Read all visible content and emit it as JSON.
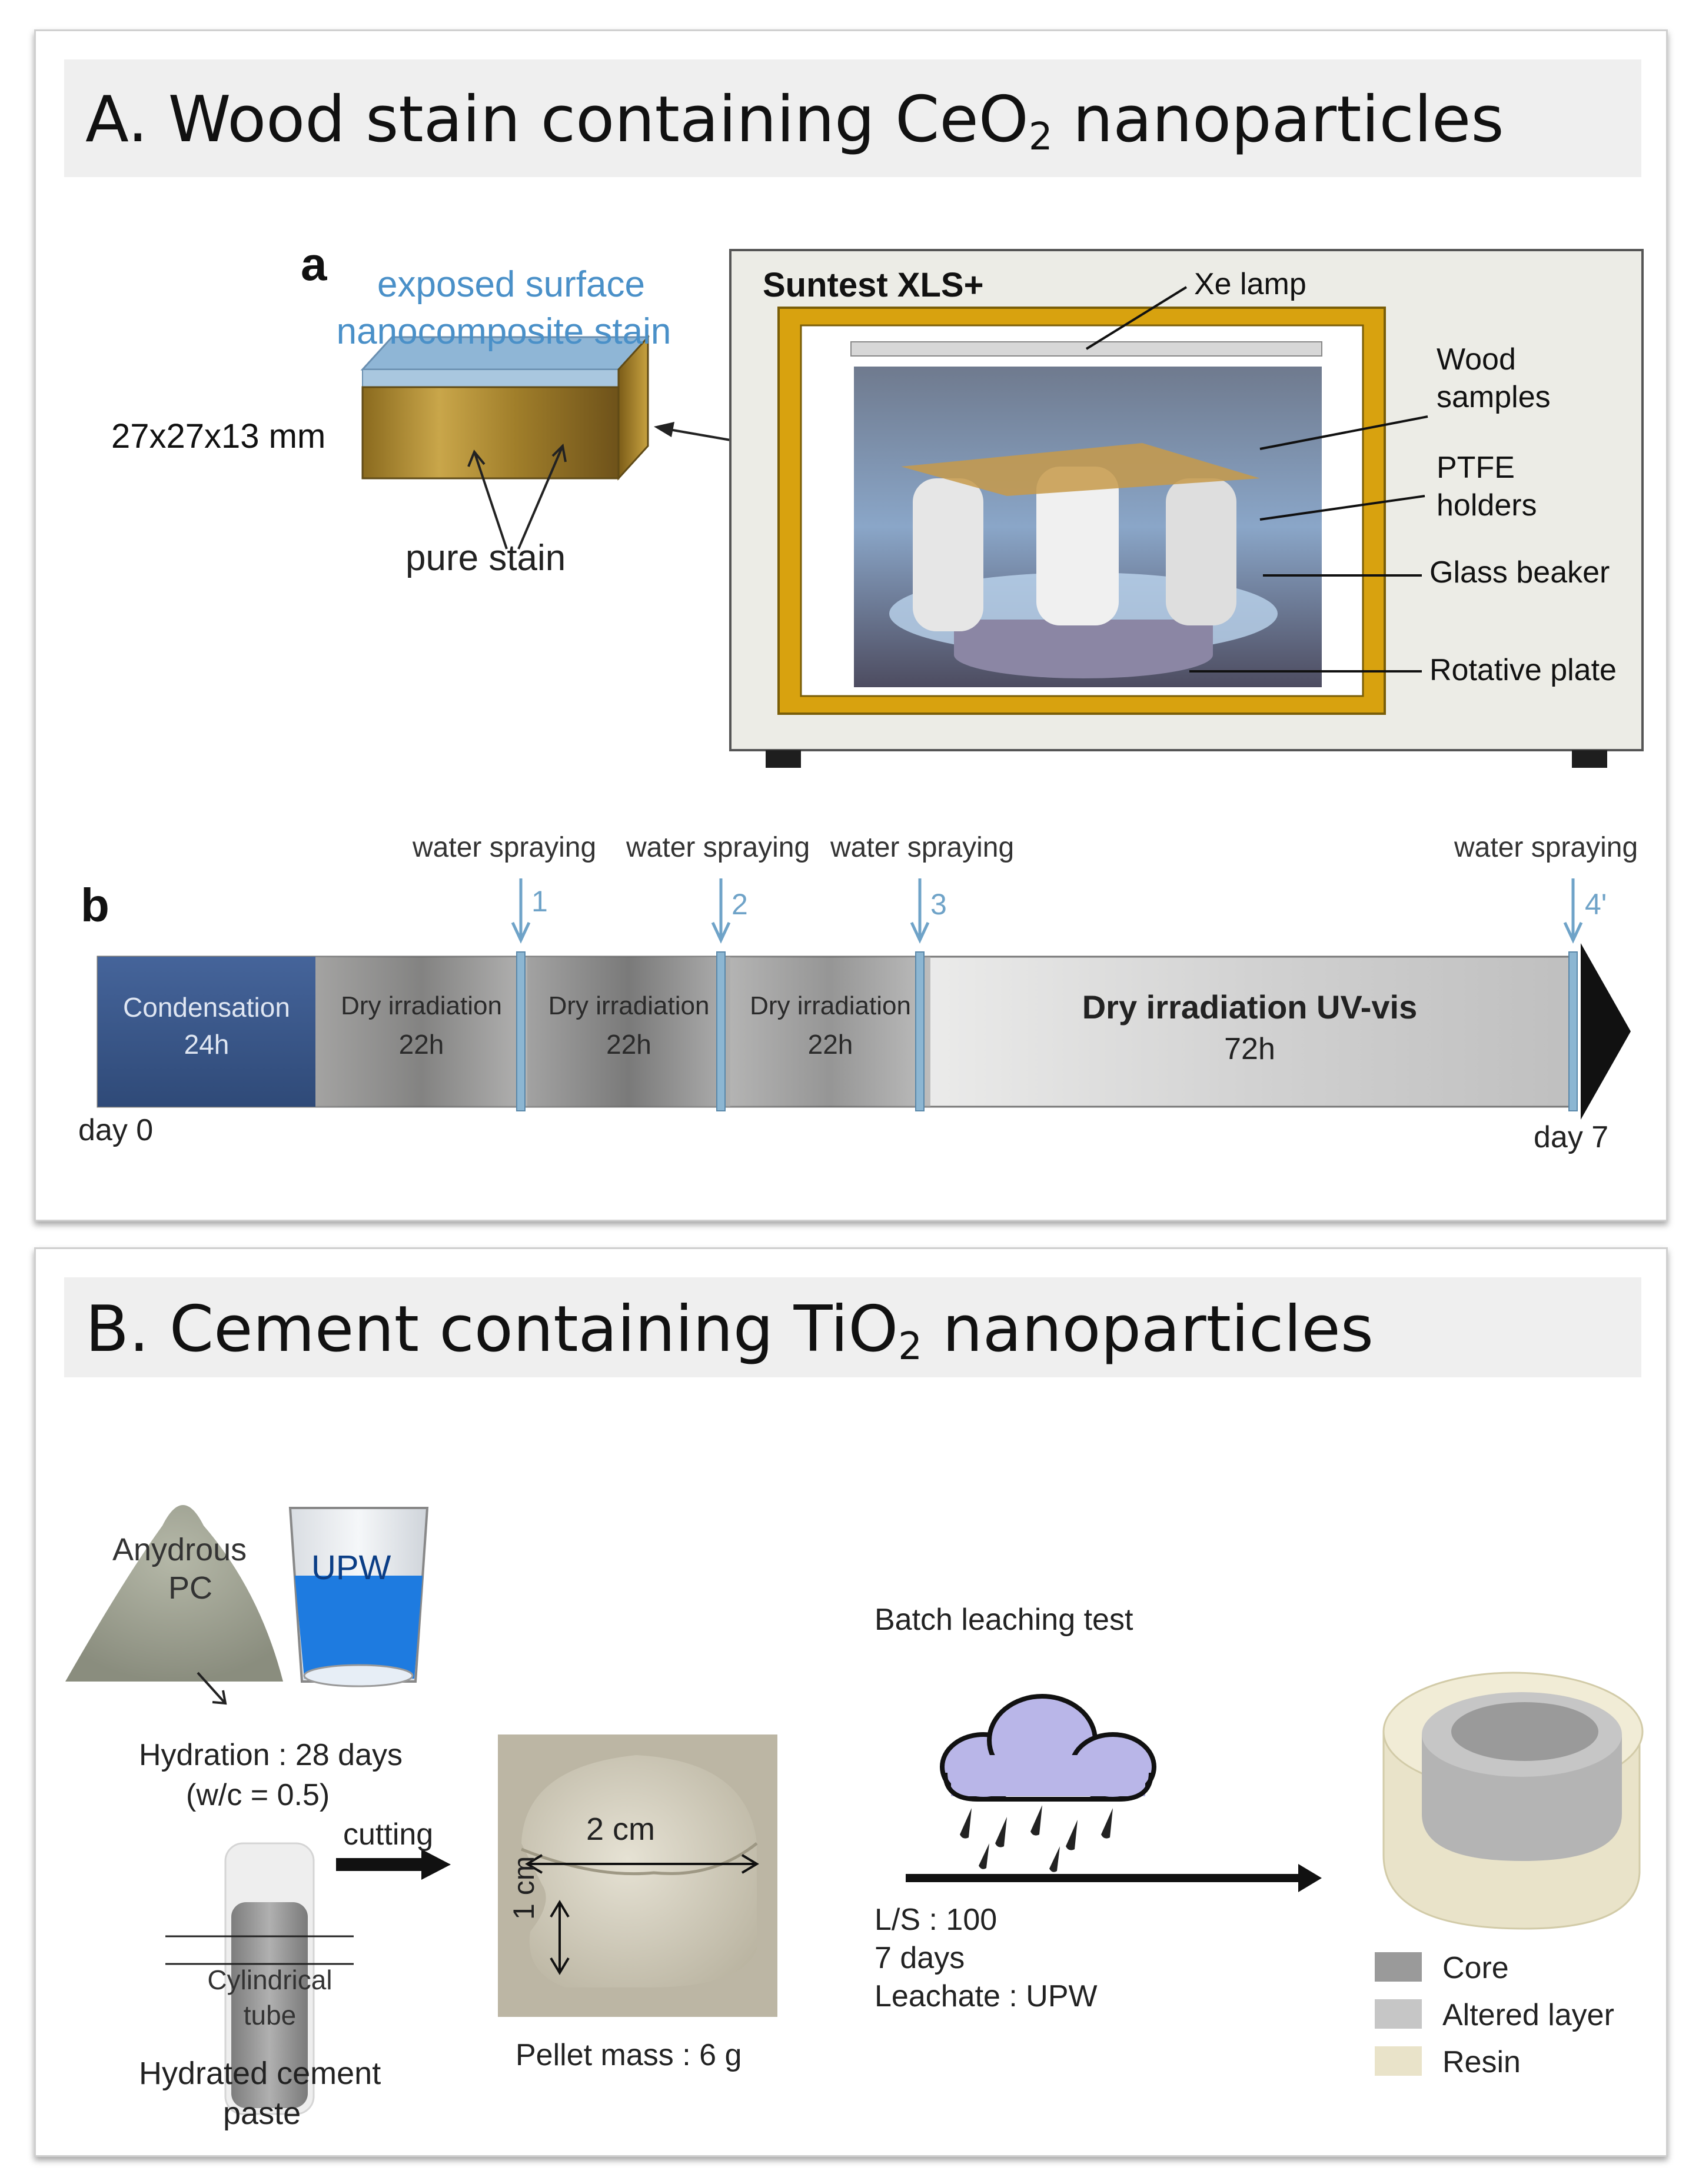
{
  "panel_a": {
    "heading_prefix": "A. Wood stain containing CeO",
    "heading_sub": "2",
    "heading_suffix": " nanoparticles",
    "sub_a_label": "a",
    "exposed_surface_line1": "exposed surface",
    "exposed_surface_line2": "nanocomposite stain",
    "dimensions": "27x27x13 mm",
    "pure_stain": "pure stain",
    "chamber_name": "Suntest XLS+",
    "xe_lamp": "Xe lamp",
    "wood_samples_line1": "Wood",
    "wood_samples_line2": "samples",
    "ptfe_line1": "PTFE",
    "ptfe_line2": "holders",
    "glass_beaker": "Glass beaker",
    "rotative_plate": "Rotative plate",
    "sub_b_label": "b",
    "spray_label": "water spraying",
    "spray_numbers": [
      "1",
      "2",
      "3",
      "4'"
    ],
    "stages": [
      {
        "name": "Condensation",
        "duration": "24h"
      },
      {
        "name": "Dry irradiation",
        "duration": "22h"
      },
      {
        "name": "Dry irradiation",
        "duration": "22h"
      },
      {
        "name": "Dry irradiation",
        "duration": "22h"
      },
      {
        "name": "Dry irradiation UV-vis",
        "duration": "72h"
      }
    ],
    "day_start": "day 0",
    "day_end": "day 7"
  },
  "panel_b": {
    "heading_prefix": "B. Cement containing TiO",
    "heading_sub": "2",
    "heading_suffix": " nanoparticles",
    "anhydrous_line1": "Anydrous",
    "anhydrous_line2": "PC",
    "upw": "UPW",
    "hydration": "Hydration : 28 days",
    "wc_ratio": "(w/c = 0.5)",
    "cutting": "cutting",
    "tube_line1": "Cylindrical",
    "tube_line2": "tube",
    "hydrated_line1": "Hydrated cement",
    "hydrated_line2": "paste",
    "pellet_diameter": "2 cm",
    "pellet_height": "1 cm",
    "pellet_mass": "Pellet mass : 6 g",
    "batch_test": "Batch leaching test",
    "ls_ratio": "L/S : 100",
    "duration": "7 days",
    "leachate": "Leachate : UPW",
    "legend": [
      {
        "label": "Core",
        "color": "#9a9a9a"
      },
      {
        "label": "Altered layer",
        "color": "#c6c6c6"
      },
      {
        "label": "Resin",
        "color": "#e9e3c9"
      }
    ]
  },
  "colors": {
    "wood": "#b08a2e",
    "stain_layer": "#8fb6d6",
    "chamber_frame": "#d8a20f",
    "condensation": "#3d5a8c",
    "spray_arrow": "#6fa3c8",
    "upw_water": "#1e7be0",
    "cloud": "#b9b6e8"
  }
}
